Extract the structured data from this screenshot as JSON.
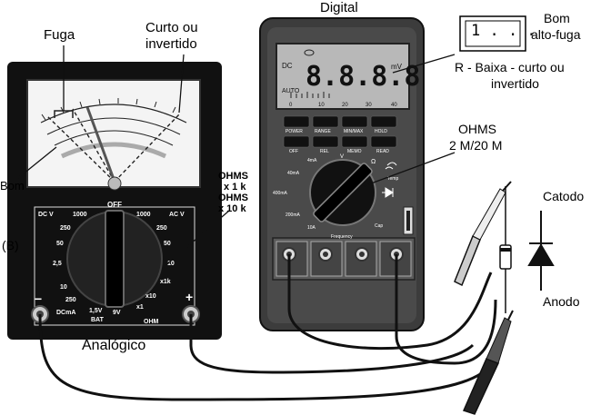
{
  "labels": {
    "digital": "Digital",
    "fuga": "Fuga",
    "curto_invertido": [
      "Curto ou",
      "invertido"
    ],
    "bom_left": "Bom",
    "bom_alto_fuga": [
      "Bom",
      "alto-fuga"
    ],
    "r_baixa": [
      "R - Baixa - curto ou",
      "invertido"
    ],
    "ohms_digital": [
      "OHMS",
      "2 M/20 M"
    ],
    "ohms_analog": [
      "OHMS",
      "x 1 k",
      "OHMS",
      "x 10 k"
    ],
    "b_marker": "(B)",
    "analogico": "Analógico",
    "catodo": "Catodo",
    "anodo": "Anodo",
    "display_inset": "1 . . ."
  },
  "analog_meter": {
    "dial_top_labels": [
      "DC V",
      "1000",
      "OFF",
      "1000",
      "AC V"
    ],
    "dial_left_labels": [
      "250",
      "50",
      "2,5"
    ],
    "dial_right_labels": [
      "250",
      "50",
      "10"
    ],
    "dial_bottom_labels": [
      "10",
      "250",
      "DCmA",
      "1,5V",
      "BAT",
      "9V",
      "x1",
      "x10",
      "x1k",
      "OHM"
    ],
    "minus_sign": "−",
    "plus_sign": "+"
  },
  "digital_meter": {
    "lcd_mode": "DC",
    "lcd_unit": "mV",
    "lcd_auto": "AUTO",
    "lcd_digits": "8.8.8.8",
    "lcd_scale": [
      "0",
      "10",
      "20",
      "30",
      "40"
    ],
    "buttons_row1": [
      "POWER",
      "RANGE",
      "MIN/MAX",
      "HOLD"
    ],
    "buttons_row2": [
      "OFF",
      "REL",
      "MEMO",
      "READ"
    ],
    "dial_labels": [
      "V",
      "Ω",
      "4mA",
      "40mA",
      "400mA",
      "200mA",
      "10A",
      "Frequency",
      "Cap",
      "Temp"
    ]
  }
}
